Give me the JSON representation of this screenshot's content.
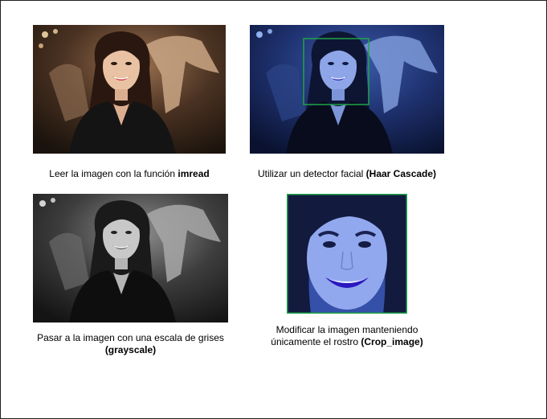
{
  "steps": [
    {
      "id": "original",
      "caption_text": "Leer la imagen con la función ",
      "caption_bold": "imread",
      "image": "color-portrait-photo"
    },
    {
      "id": "detector",
      "caption_text": "Utilizar un detector facial ",
      "caption_bold": "(Haar Cascade)",
      "image": "blue-tinted-photo-with-face-box",
      "box_color": "#1fa34a"
    },
    {
      "id": "grayscale",
      "caption_line1": "Pasar a la imagen con una escala de grises",
      "caption_bold": "(grayscale)",
      "image": "grayscale-portrait-photo"
    },
    {
      "id": "crop",
      "caption_line1": "Modificar la imagen manteniendo",
      "caption_text": "únicamente el rostro ",
      "caption_bold": "(Crop_image)",
      "image": "cropped-face-photo",
      "border_color": "#1fa34a"
    }
  ]
}
